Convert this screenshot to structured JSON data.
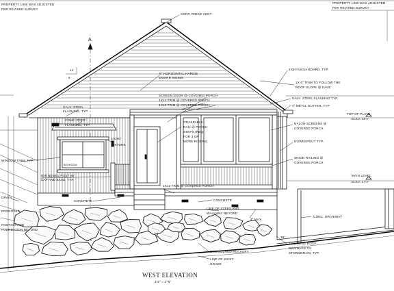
{
  "drawing": {
    "title": "WEST ELEVATION",
    "scale": "1/4\" = 1'-0\"",
    "section_marker": "A",
    "pitch_rise": "12",
    "pitch_run": "8",
    "notes": {
      "prop_line_left_1": "PROPERTY LINE WAS ADJUSTED",
      "prop_line_left_2": "PER REVISED SURVEY",
      "prop_line_right_1": "PROPERTY LINE WAS ADJUSTED",
      "prop_line_right_2": "PER REVISED SURVEY",
      "ridge_vent": "CONT. RIDGE VENT",
      "siding_1": "6\" HORIZONTAL HARDIE",
      "siding_2": "BOARD SIDING",
      "fascia": "2X6 FASCIA BOARD, TYP.",
      "trim_roof_1": "1X 6\" TRIM TO FOLLOW THE",
      "trim_roof_2": "ROOF SLOPE @ EAVE",
      "screen_door": "SCREEN DOOR @ COVERED PORCH",
      "trim_porch_1": "1X12 TRIM @ COVERED PORCH",
      "trim_porch_2": "1X10 TRIM @ COVERED PORCH",
      "galv_flashing": "GALV. STEEL FLASHING TYP.",
      "gutter": "4\" METAL GUTTER, TYP.",
      "galv_left_1": "GALV. STEEL",
      "galv_left_2": "FLASHING, TYP.",
      "comp_roof_1": "COMP. ROOF",
      "comp_roof_2": "FLASHING, TYP.",
      "light_1": "LIGHT",
      "light_2": "FIXTURE",
      "top_plate_1": "TOP OF PLATE",
      "top_plate_2": "ELEV. 18'4\"",
      "nylon_screens_1": "NYLON SCREENS @",
      "nylon_screens_2": "COVERED PORCH",
      "graspable_1": "GRASPABLE",
      "graspable_2": "RAIL @ PORCH",
      "graspable_3": "STEPS (REQ.",
      "graspable_4": "FOR 3 OR",
      "graspable_5": "MORE RISERS)",
      "downspout": "DOWNSPOUT TYP.",
      "wood_railing_1": "WOOD RAILING @",
      "wood_railing_2": "COVERED PORCH",
      "window_trim": "WINDOW TRIM, TYP.",
      "post_1": "6X6 NEWEL POST W/",
      "post_2": "CAP AND BASE, TYP.",
      "trim_bottom": "1X12 TRIM @ COVERED PORCH",
      "main_level_1": "MAIN LEVEL",
      "main_level_2": "ELEV. 17'4\"",
      "concrete_1": "CONCRETE",
      "concrete_2": "CONCRETE",
      "four_max": "4\" MAX.",
      "steps_1": "LINE OF STEPS AND",
      "steps_2": "WALKWAY BEYOND",
      "drain": "DRAIN",
      "proposed": "PROPOSED",
      "footing_1": "FOOTING AND",
      "footing_2": "FOUNDATION BEYOND",
      "driveway": "CONC. DRIVEWAY",
      "tightline_1": "TIGHTLINE ROOF",
      "tightline_2": "DRAINAGE TO",
      "tightline_3": "STORMDRAIN, TYP.",
      "rockery": "ENGINEERED ROCKERY",
      "grade_1": "LINE OF EXIST.",
      "grade_2": "GRADE",
      "eighteen": "18\"",
      "window_label": "BEDROOM"
    }
  }
}
